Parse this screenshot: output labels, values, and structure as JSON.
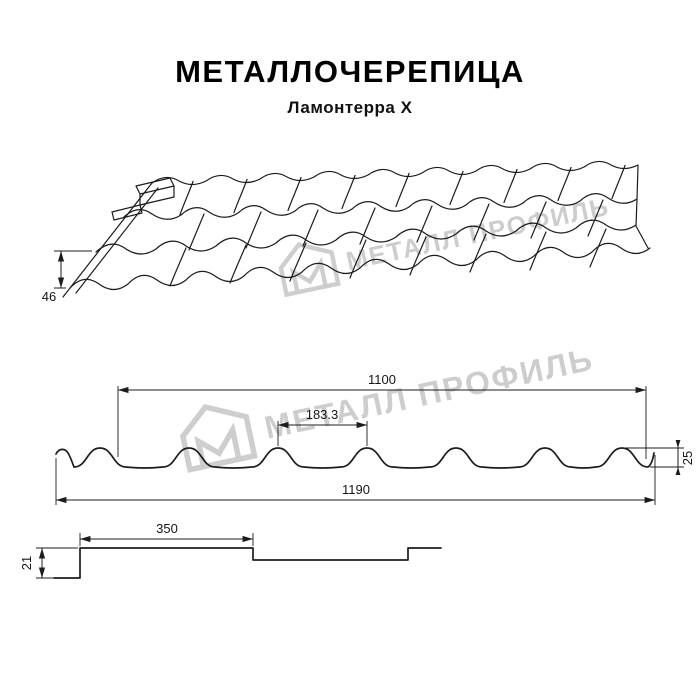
{
  "title": "МЕТАЛЛОЧЕРЕПИЦА",
  "subtitle": "Ламонтерра X",
  "watermark": {
    "text": "МЕТАЛЛ ПРОФИЛЬ",
    "color": "#cbcbcb"
  },
  "dimensions": {
    "side_step_height": "46",
    "cover_width": "1100",
    "wave_pitch": "183.3",
    "profile_height": "25",
    "full_width": "1190",
    "module_length": "350",
    "section_step_height": "21"
  }
}
